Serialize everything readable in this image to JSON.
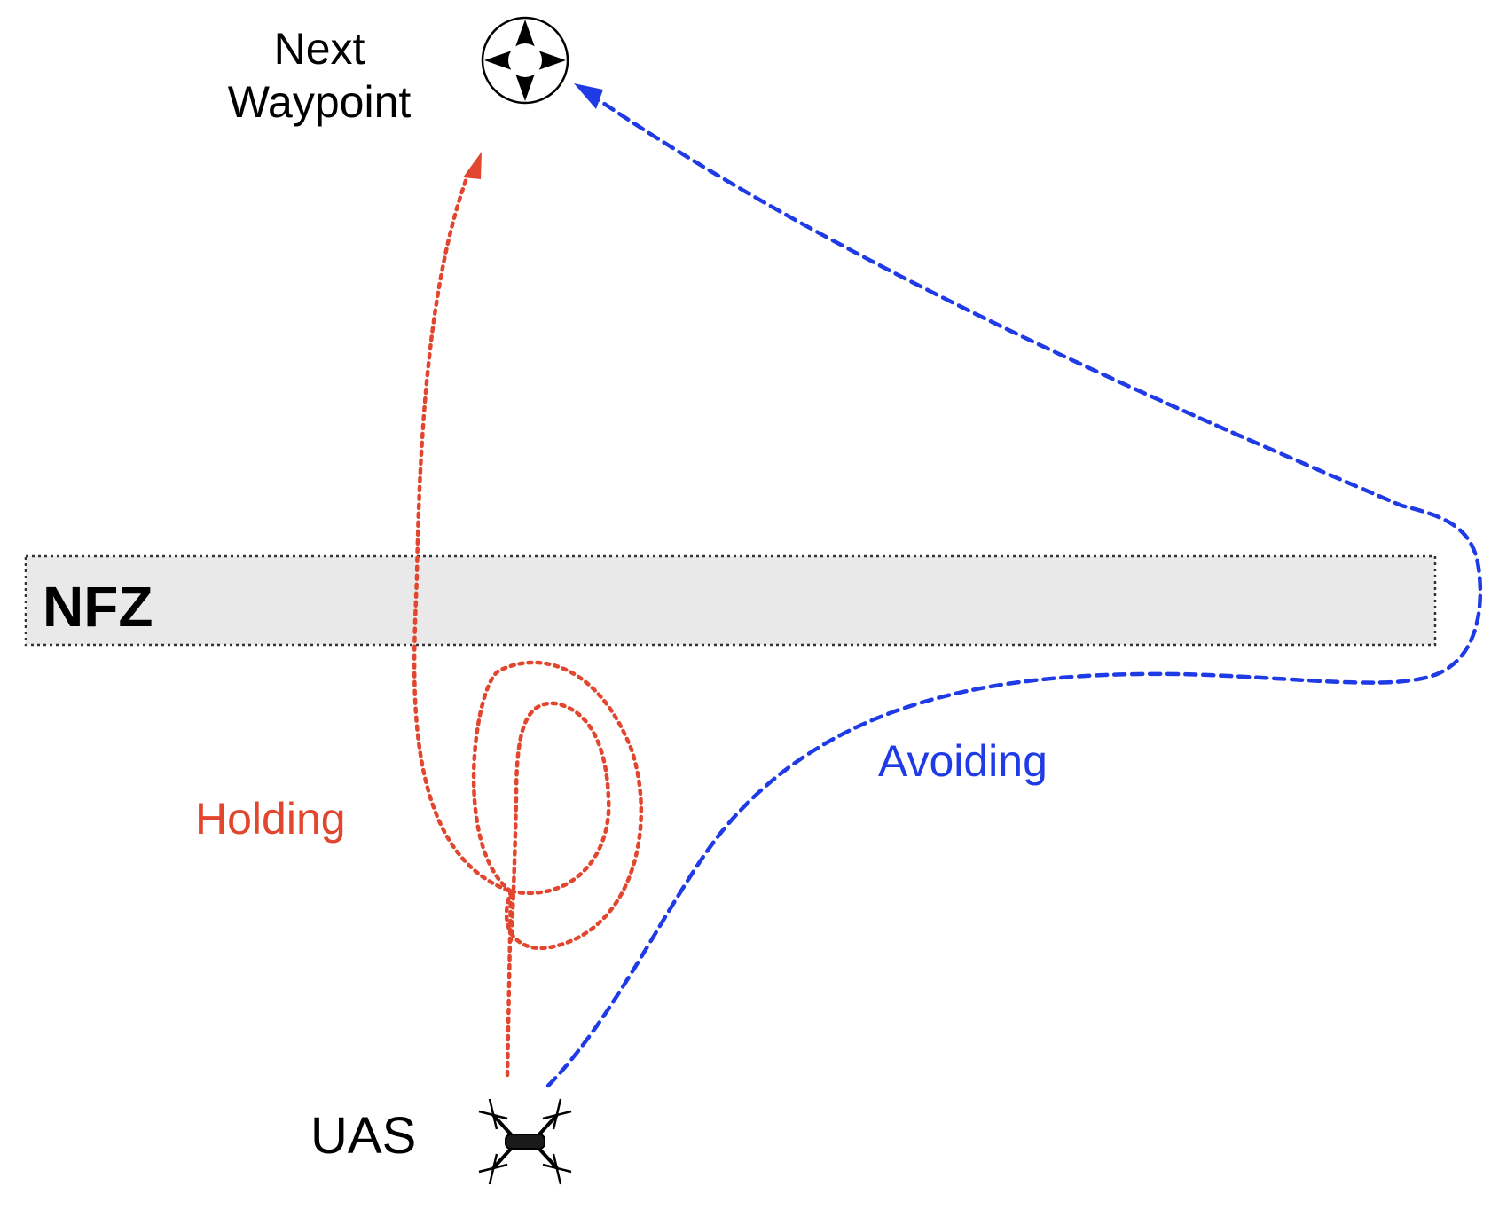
{
  "labels": {
    "next_waypoint_line1": "Next",
    "next_waypoint_line2": "Waypoint",
    "nfz": "NFZ",
    "holding": "Holding",
    "avoiding": "Avoiding",
    "uas": "UAS"
  },
  "colors": {
    "holding_path": "#e2462e",
    "avoiding_path": "#1f3be6",
    "nfz_fill": "#e9e9e9",
    "nfz_border": "#333333",
    "text": "#000000"
  },
  "icons": {
    "waypoint": "compass-waypoint-icon",
    "uas": "quadcopter-drone-icon"
  }
}
